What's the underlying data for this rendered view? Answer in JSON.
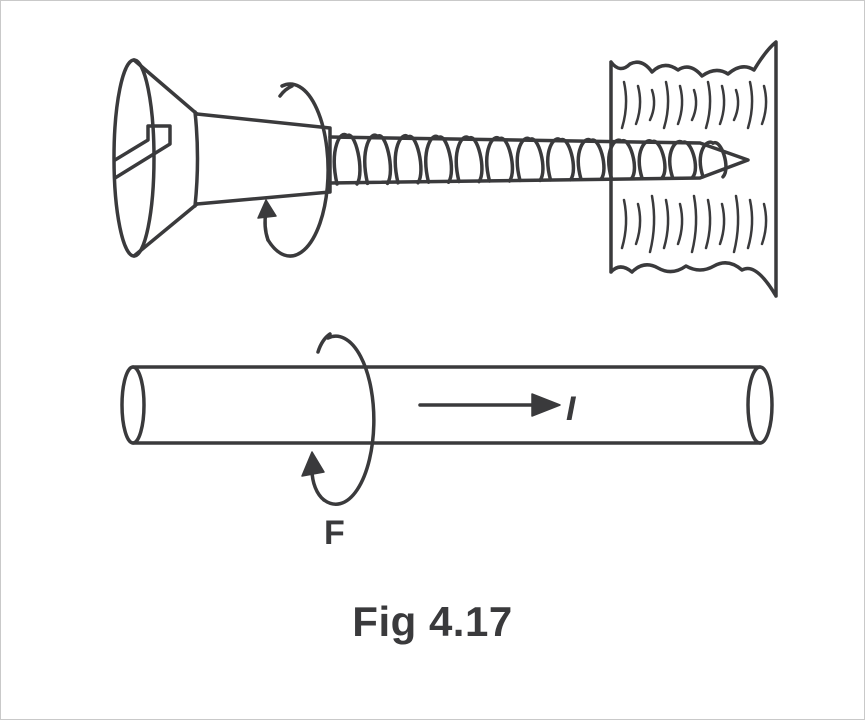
{
  "labels": {
    "current": "I",
    "force": "F"
  },
  "caption": "Fig 4.17",
  "colors": {
    "ink": "#3a3a3c",
    "background": "#ffffff"
  }
}
